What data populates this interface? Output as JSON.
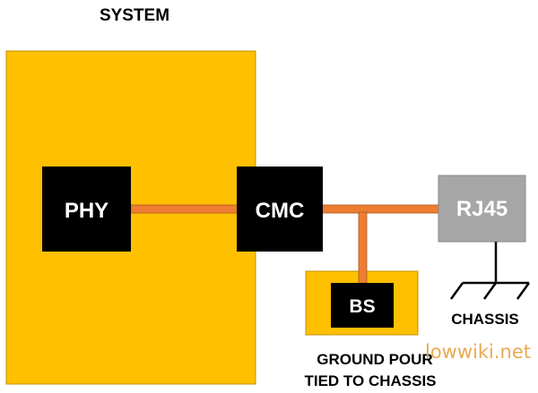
{
  "title": "SYSTEM",
  "blocks": {
    "phy": "PHY",
    "cmc": "CMC",
    "rj45": "RJ45",
    "bs": "BS"
  },
  "labels": {
    "chassis": "CHASSIS",
    "ground_pour_line1": "GROUND POUR",
    "ground_pour_line2": "TIED TO CHASSIS"
  },
  "watermark": "lowwiki.net",
  "colors": {
    "system_fill": "#ffc000",
    "block_fill": "#000000",
    "rj45_fill": "#a6a6a6",
    "trace": "#ed7d31"
  }
}
